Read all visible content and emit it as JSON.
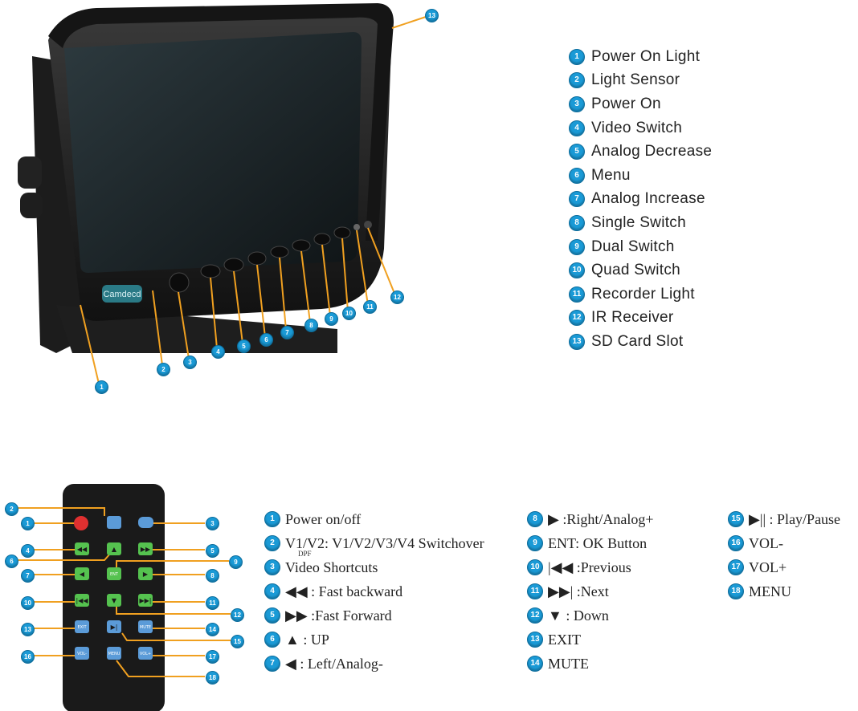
{
  "monitor": {
    "brand": "Camdecd",
    "callout_numbers": [
      "1",
      "2",
      "3",
      "4",
      "5",
      "6",
      "7",
      "8",
      "9",
      "10",
      "11",
      "12",
      "13"
    ]
  },
  "monitor_legend": [
    {
      "num": "1",
      "label": "Power On Light"
    },
    {
      "num": "2",
      "label": "Light Sensor"
    },
    {
      "num": "3",
      "label": "Power On"
    },
    {
      "num": "4",
      "label": "Video Switch"
    },
    {
      "num": "5",
      "label": "Analog Decrease"
    },
    {
      "num": "6",
      "label": "Menu"
    },
    {
      "num": "7",
      "label": "Analog Increase"
    },
    {
      "num": "8",
      "label": "Single Switch"
    },
    {
      "num": "9",
      "label": "Dual Switch"
    },
    {
      "num": "10",
      "label": "Quad Switch"
    },
    {
      "num": "11",
      "label": "Recorder Light"
    },
    {
      "num": "12",
      "label": "IR Receiver"
    },
    {
      "num": "13",
      "label": "SD Card Slot"
    }
  ],
  "remote": {
    "buttons": {
      "exit": "EXIT",
      "mute": "MUTE",
      "vol_minus": "VOL-",
      "vol_plus": "VOL+",
      "menu": "MENU",
      "ent": "ENT"
    },
    "callout_numbers": [
      "1",
      "2",
      "3",
      "4",
      "5",
      "6",
      "7",
      "8",
      "9",
      "10",
      "11",
      "12",
      "13",
      "14",
      "15",
      "16",
      "17",
      "18"
    ]
  },
  "remote_legend": {
    "col1": [
      {
        "num": "1",
        "label": "Power on/off"
      },
      {
        "num": "2",
        "label": "V1/V2: V1/V2/V3/V4 Switchover"
      },
      {
        "num": "3",
        "label": "Video Shortcuts"
      },
      {
        "num": "4",
        "label": "◀◀ : Fast backward"
      },
      {
        "num": "5",
        "label": "▶▶ :Fast Forward"
      },
      {
        "num": "6",
        "label": "▲ : UP"
      },
      {
        "num": "7",
        "label": "◀ : Left/Analog-"
      }
    ],
    "col1_sub": "DPF",
    "col2": [
      {
        "num": "8",
        "label": "▶ :Right/Analog+"
      },
      {
        "num": "9",
        "label": "ENT: OK Button"
      },
      {
        "num": "10",
        "label": "|◀◀ :Previous"
      },
      {
        "num": "11",
        "label": "▶▶| :Next"
      },
      {
        "num": "12",
        "label": "▼ : Down"
      },
      {
        "num": "13",
        "label": "EXIT"
      },
      {
        "num": "14",
        "label": "MUTE"
      }
    ],
    "col3": [
      {
        "num": "15",
        "label": "▶|| : Play/Pause"
      },
      {
        "num": "16",
        "label": "VOL-"
      },
      {
        "num": "17",
        "label": "VOL+"
      },
      {
        "num": "18",
        "label": "MENU"
      }
    ]
  }
}
